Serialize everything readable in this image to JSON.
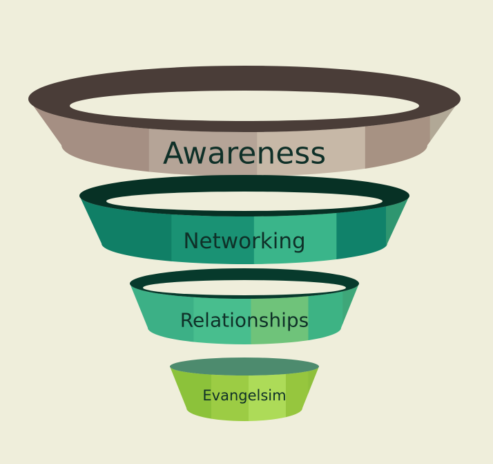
{
  "diagram": {
    "background": "#efeedb",
    "stages": [
      {
        "label": "Awareness",
        "rim_color": "#4a3d38",
        "band_colors": [
          "#a58f83",
          "#b5a497",
          "#c7b8a7",
          "#a79283",
          "#b1a896"
        ]
      },
      {
        "label": "Networking",
        "rim_color": "#073125",
        "band_colors": [
          "#107f66",
          "#1a9274",
          "#3ab58a",
          "#10826a",
          "#2f9670"
        ]
      },
      {
        "label": "Relationships",
        "rim_color": "#073a2c",
        "band_colors": [
          "#3cb086",
          "#48be8e",
          "#6fc37a",
          "#3db384",
          "#3ea779"
        ]
      },
      {
        "label": "Evangelsim",
        "rim_color": "#4d8b6e",
        "band_colors": [
          "#8cc23a",
          "#9ccc44",
          "#addb58",
          "#96c63e",
          "#8fc03c"
        ]
      }
    ]
  }
}
